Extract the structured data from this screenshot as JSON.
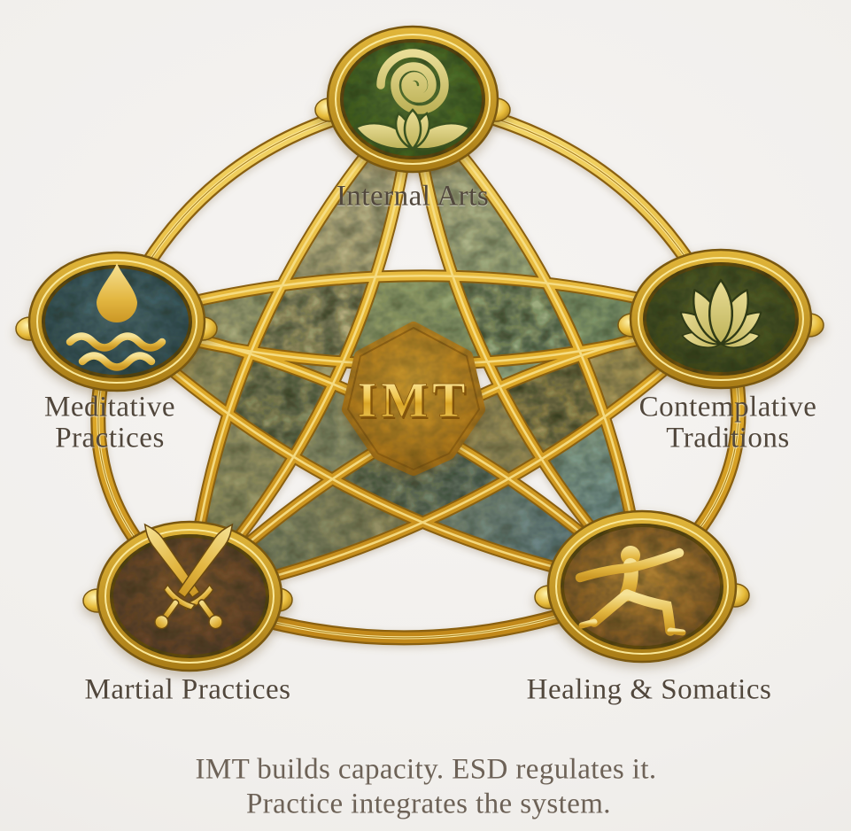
{
  "diagram": {
    "center_badge": {
      "label": "IMT",
      "shape": "rounded-hexagon",
      "color": "#bf8a1f"
    },
    "nodes": [
      {
        "id": "internal-arts",
        "label": "Internal Arts",
        "icon": "spiral-lotus-icon",
        "face_color": "#41601f",
        "position": "top"
      },
      {
        "id": "meditative-practices",
        "label": "Meditative Practices",
        "icon": "droplet-waves-icon",
        "face_color": "#35525b",
        "position": "left"
      },
      {
        "id": "contemplative-traditions",
        "label": "Contemplative Traditions",
        "icon": "lotus-icon",
        "face_color": "#414b1d",
        "position": "right"
      },
      {
        "id": "martial-practices",
        "label": "Martial Practices",
        "icon": "crossed-swords-icon",
        "face_color": "#64412a",
        "position": "bottom-left"
      },
      {
        "id": "healing-somatics",
        "label": "Healing & Somatics",
        "icon": "pose-figure-icon",
        "face_color": "#7c5526",
        "position": "bottom-right"
      }
    ],
    "caption": {
      "line1": "IMT builds capacity. ESD regulates it.",
      "line2": "Practice integrates the system."
    },
    "colors": {
      "background": "#f1efec",
      "gold": "#e3b537",
      "gold_dark": "#8c6411",
      "gold_highlight": "#f9e38c",
      "label_text": "#51473c",
      "caption_text": "#6d6257",
      "petal_sage": "#b3ab7c",
      "petal_olive": "#8f9060",
      "petal_blue": "#63859a"
    }
  }
}
